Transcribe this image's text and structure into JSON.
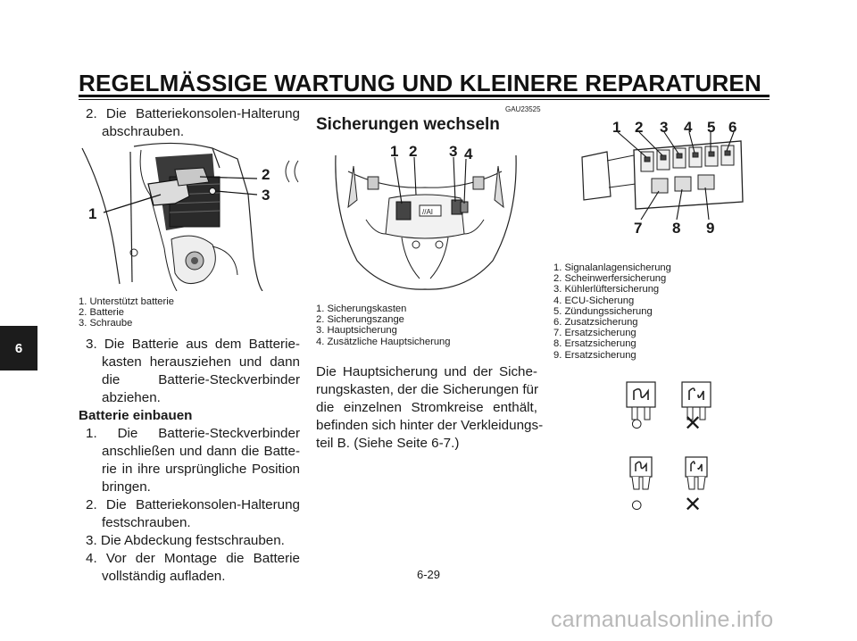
{
  "header": {
    "title": "REGELMÄSSIGE WARTUNG UND KLEINERE REPARATUREN"
  },
  "chapter_tab": "6",
  "left_column": {
    "step2_lines": [
      "2. Die Batteriekonsolen-Halterung",
      "abschrauben."
    ],
    "figure1_callouts": [
      "1",
      "2",
      "3"
    ],
    "figure1_legend": [
      "1. Unterstützt batterie",
      "2. Batterie",
      "3. Schraube"
    ],
    "step3_lines": [
      "3. Die Batterie aus dem Batterie-",
      "kasten herausziehen und dann",
      "die Batterie-Steckverbinder",
      "abziehen."
    ],
    "install_heading": "Batterie einbauen",
    "install_steps": [
      [
        "1. Die Batterie-Steckverbinder",
        "anschließen und dann die Batte-",
        "rie in ihre ursprüngliche Position",
        "bringen."
      ],
      [
        "2. Die Batteriekonsolen-Halterung",
        "festschrauben."
      ],
      [
        "3. Die Abdeckung festschrauben."
      ],
      [
        "4. Vor der Montage die Batterie",
        "vollständig aufladen."
      ]
    ]
  },
  "middle_column": {
    "code": "GAU23525",
    "section_title": "Sicherungen wechseln",
    "figure2_callouts": [
      "1",
      "2",
      "3",
      "4"
    ],
    "figure2_legend": [
      "1. Sicherungskasten",
      "2. Sicherungszange",
      "3. Hauptsicherung",
      "4. Zusätzliche Hauptsicherung"
    ],
    "paragraph_lines": [
      "Die Hauptsicherung und der Siche-",
      "rungskasten, der die Sicherungen für",
      "die einzelnen Stromkreise enthält,",
      "befinden sich hinter der Verkleidungs-",
      "teil B. (Siehe Seite 6-7.)"
    ]
  },
  "right_column": {
    "figure3_top_callouts": [
      "1",
      "2",
      "3",
      "4",
      "5",
      "6"
    ],
    "figure3_bottom_callouts": [
      "7",
      "8",
      "9"
    ],
    "figure3_legend": [
      "1. Signalanlagensicherung",
      "2. Scheinwerfersicherung",
      "3. Kühlerlüftersicherung",
      "4. ECU-Sicherung",
      "5. Zündungssicherung",
      "6. Zusatzsicherung",
      "7. Ersatzsicherung",
      "8. Ersatzsicherung",
      "9. Ersatzsicherung"
    ],
    "fuse_marks": {
      "ok_symbol": "○",
      "bad_symbol": "✕"
    }
  },
  "footer": {
    "page_number": "6-29",
    "watermark": "carmanualsonline.info"
  }
}
